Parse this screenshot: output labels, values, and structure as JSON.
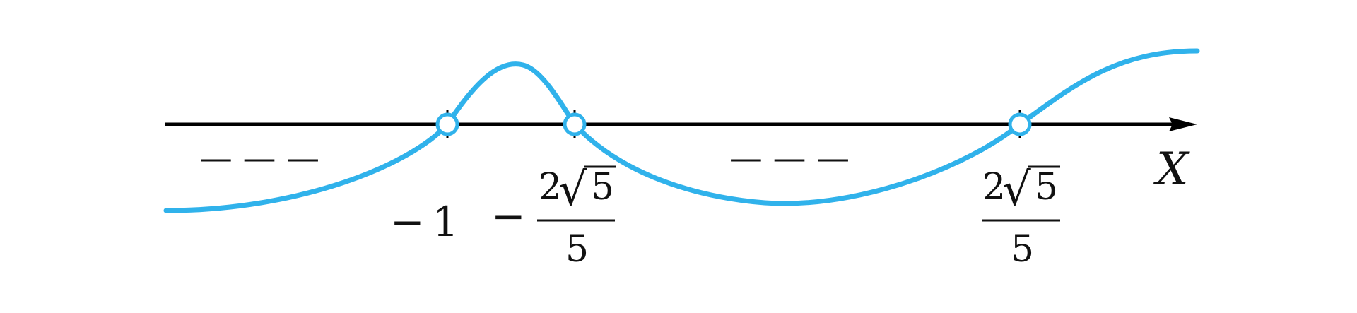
{
  "axis": {
    "label": "X",
    "color": "#000000"
  },
  "curve": {
    "color": "#30b2eb"
  },
  "sign_markers": [
    {
      "id": "left",
      "text": "— — —"
    },
    {
      "id": "middle",
      "text": "— — —"
    }
  ],
  "roots": [
    {
      "id": "neg-one",
      "sign": "−",
      "text": "1"
    },
    {
      "id": "neg-frac",
      "sign": "−",
      "coef": "2",
      "radical": "√",
      "radicand": "5",
      "denominator": "5"
    },
    {
      "id": "pos-frac",
      "sign": "",
      "coef": "2",
      "radical": "√",
      "radicand": "5",
      "denominator": "5"
    }
  ]
}
